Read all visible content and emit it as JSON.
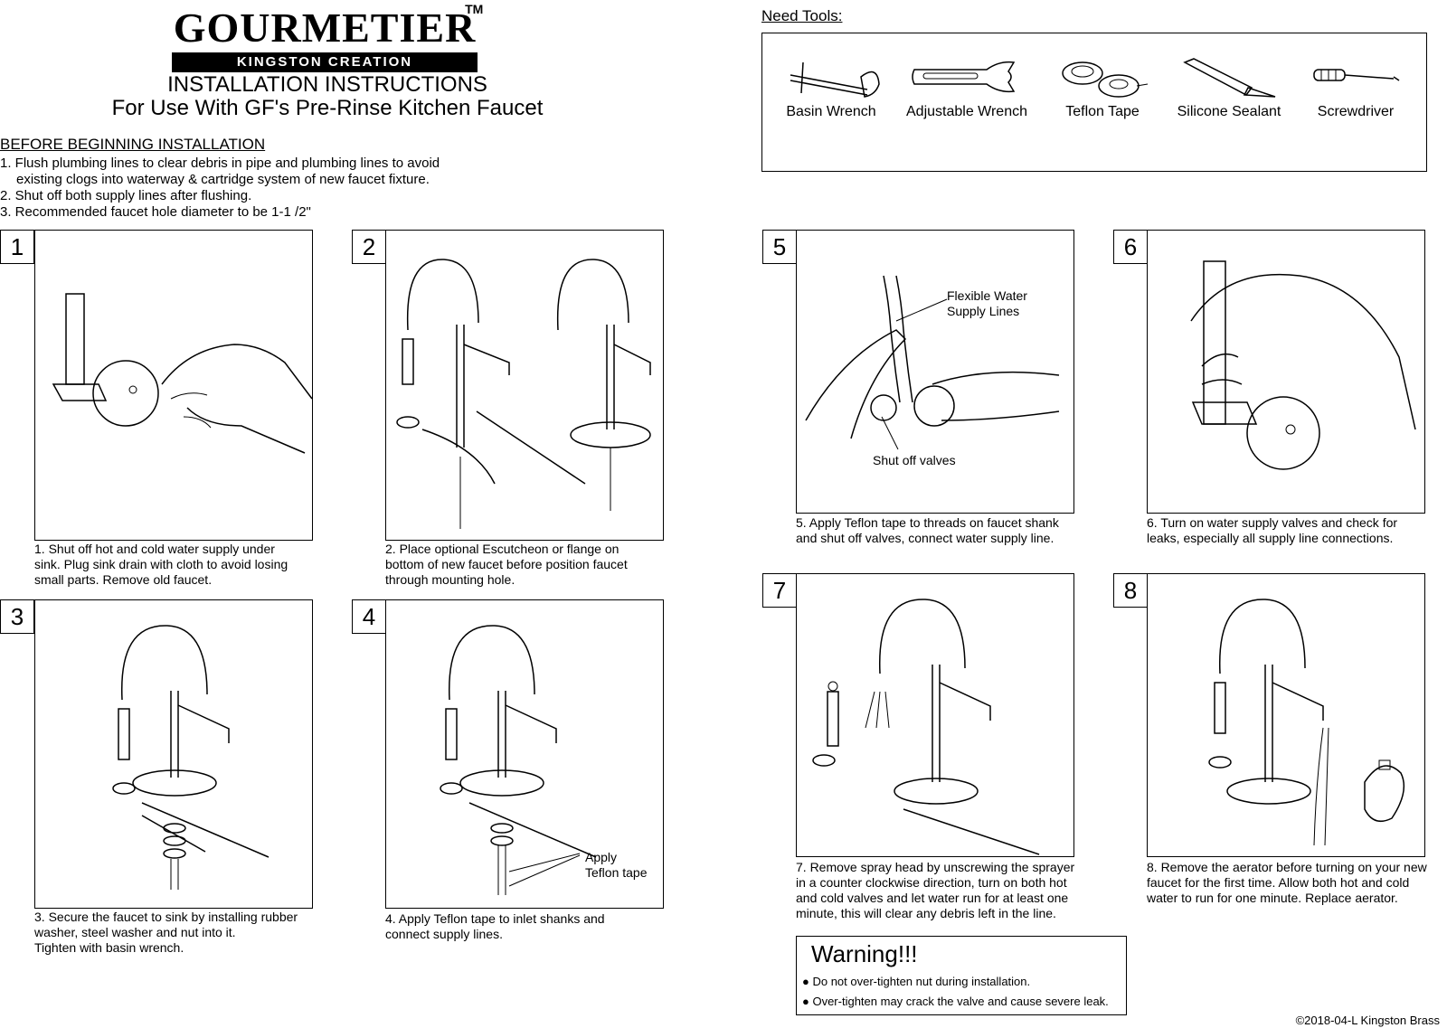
{
  "brand": {
    "name": "GOURMETIER",
    "trademark": "TM",
    "sub": "KINGSTON CREATION"
  },
  "title": {
    "line1": "INSTALLATION INSTRUCTIONS",
    "line2": "For Use With GF's Pre-Rinse Kitchen Faucet"
  },
  "before": {
    "heading": "BEFORE BEGINNING INSTALLATION",
    "items": [
      "1. Flush plumbing lines to clear debris in pipe and plumbing lines to avoid",
      "    existing clogs into waterway & cartridge system of new faucet fixture.",
      "2. Shut off both supply lines after flushing.",
      "3. Recommended faucet hole diameter to be 1-1 /2\""
    ]
  },
  "tools": {
    "heading": "Need Tools:",
    "items": [
      {
        "label": "Basin Wrench",
        "icon": "basin-wrench-icon"
      },
      {
        "label": "Adjustable Wrench",
        "icon": "adjustable-wrench-icon"
      },
      {
        "label": "Teflon Tape",
        "icon": "teflon-tape-icon"
      },
      {
        "label": "Silicone Sealant",
        "icon": "silicone-sealant-icon"
      },
      {
        "label": "Screwdriver",
        "icon": "screwdriver-icon"
      }
    ]
  },
  "steps": [
    {
      "num": "1",
      "caption": "1. Shut off hot and cold water supply under\nsink. Plug sink drain with cloth to avoid losing\nsmall parts. Remove old faucet."
    },
    {
      "num": "2",
      "caption": "2. Place optional Escutcheon or flange on\nbottom of new faucet before position faucet\nthrough mounting hole."
    },
    {
      "num": "3",
      "caption": "3. Secure the faucet to sink by installing rubber\nwasher, steel washer and nut into it.\nTighten with basin wrench."
    },
    {
      "num": "4",
      "caption": "4. Apply Teflon tape to inlet shanks and\nconnect supply lines."
    },
    {
      "num": "5",
      "caption": "5. Apply Teflon tape to threads on faucet shank\nand shut off valves, connect water supply line."
    },
    {
      "num": "6",
      "caption": "6. Turn on water supply valves and check for\nleaks, especially all supply line connections."
    },
    {
      "num": "7",
      "caption": "7. Remove spray head by unscrewing the sprayer\nin a counter clockwise direction, turn on both hot\nand cold valves and let water run for at least one\nminute, this will clear any debris left in the line."
    },
    {
      "num": "8",
      "caption": "8. Remove the aerator before turning on your new\nfaucet for the first time.  Allow both hot and cold\nwater to run for one minute. Replace aerator."
    }
  ],
  "callouts": {
    "apply_teflon": "Apply\nTeflon tape",
    "flexible_lines": "Flexible Water\nSupply Lines",
    "shut_off_valves": "Shut off valves"
  },
  "warning": {
    "title": "Warning!!!",
    "items": [
      "Do not over-tighten nut during installation.",
      "Over-tighten may crack the valve and cause severe leak."
    ]
  },
  "copyright": "©2018-04-L Kingston Brass"
}
